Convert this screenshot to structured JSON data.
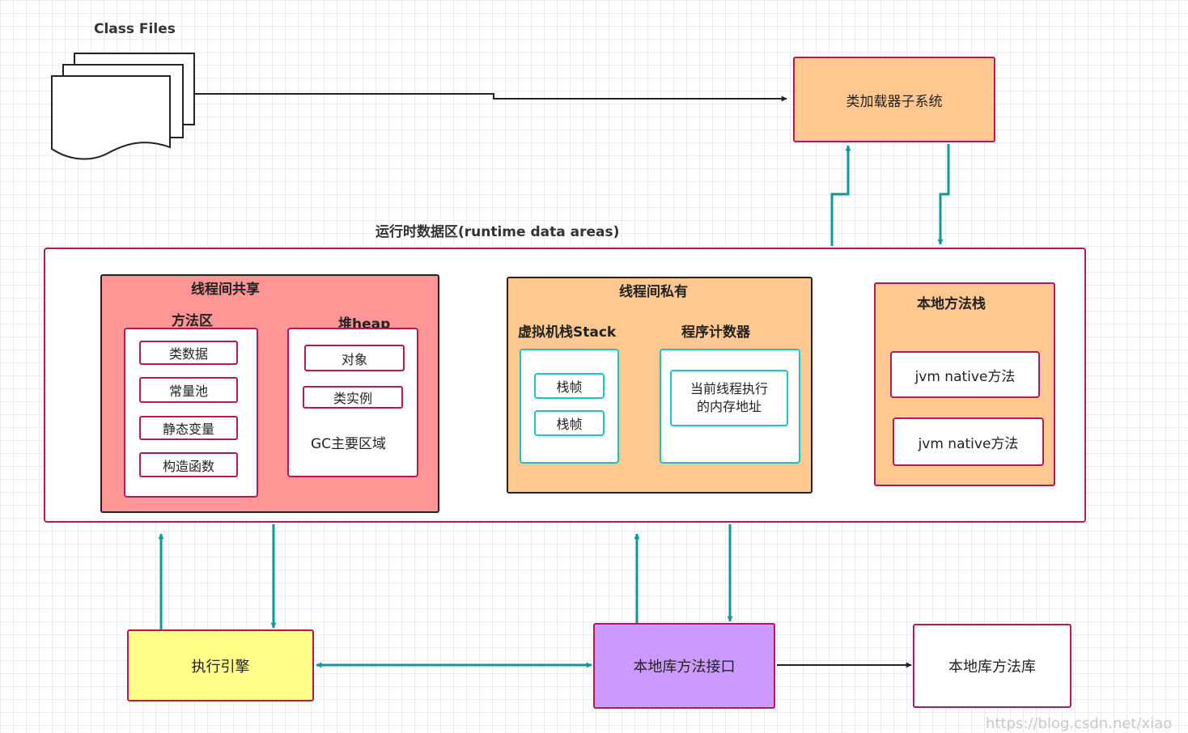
{
  "class_files": {
    "label": "Class Files"
  },
  "class_loader": {
    "label": "类加载器子系统"
  },
  "runtime": {
    "label": "运行时数据区(runtime data areas)",
    "shared": {
      "title": "线程间共享",
      "method_area": {
        "title": "方法区",
        "items": [
          "类数据",
          "常量池",
          "静态变量",
          "构造函数"
        ]
      },
      "heap": {
        "title": "堆heap",
        "items": [
          "对象",
          "类实例"
        ],
        "note": "GC主要区域"
      }
    },
    "private": {
      "title": "线程间私有",
      "vm_stack": {
        "title": "虚拟机栈Stack",
        "frames": [
          "栈帧",
          "栈帧"
        ]
      },
      "pc": {
        "title": "程序计数器",
        "content": "当前线程执行\n的内存地址"
      }
    },
    "native_stack": {
      "title": "本地方法栈",
      "items": [
        "jvm native方法",
        "jvm native方法"
      ]
    }
  },
  "execution_engine": {
    "label": "执行引擎"
  },
  "native_interface": {
    "label": "本地库方法接口"
  },
  "native_library": {
    "label": "本地库方法库"
  },
  "watermark": "https://blog.csdn.net/xiao",
  "colors": {
    "loader_fill": "#ffc890",
    "shared_fill": "#ff9595",
    "private_fill": "#ffc890",
    "engine_fill": "#ffff88",
    "interface_fill": "#cc99ff",
    "border_magenta": "#b5175a",
    "arrow_teal": "#0e9a9a",
    "frame_cyan": "#19c4c4"
  }
}
